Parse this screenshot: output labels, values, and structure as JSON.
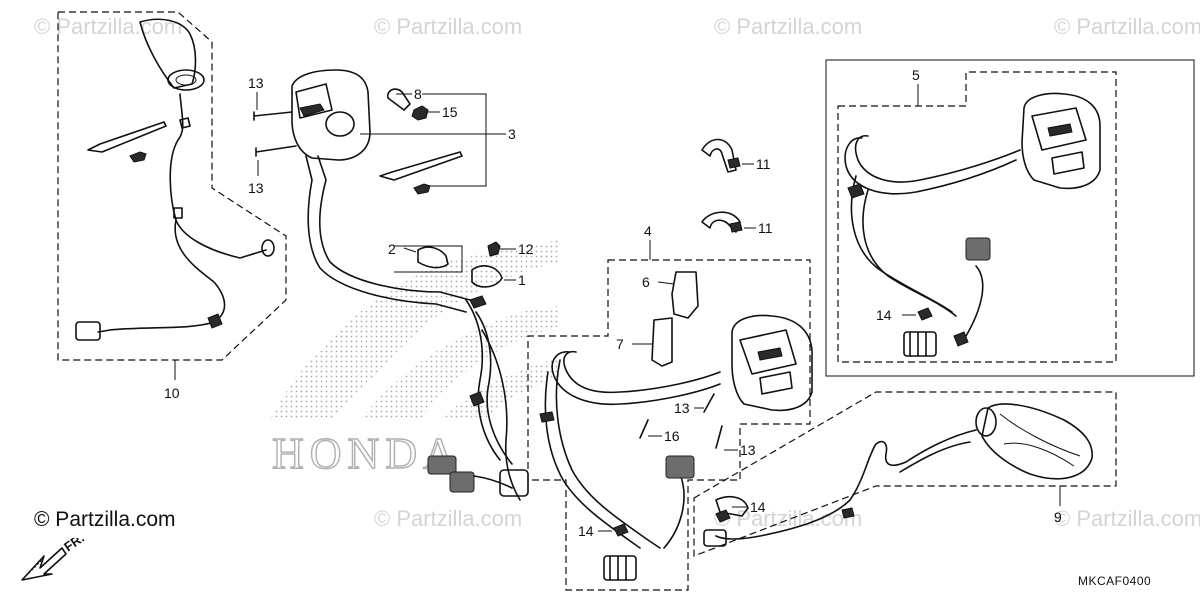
{
  "watermark": "© Partzilla.com",
  "copyright": "© Partzilla.com",
  "catalog_code": "MKCAF0400",
  "direction_label": "FR.",
  "background_logo_text": "HONDA",
  "callouts": {
    "c1": "1",
    "c2": "2",
    "c3": "3",
    "c4": "4",
    "c5": "5",
    "c6": "6",
    "c7": "7",
    "c8": "8",
    "c9": "9",
    "c10": "10",
    "c11a": "11",
    "c11b": "11",
    "c12": "12",
    "c13a": "13",
    "c13b": "13",
    "c13c": "13",
    "c13d": "13",
    "c14a": "14",
    "c14b": "14",
    "c14c": "14",
    "c15": "15",
    "c16": "16"
  }
}
